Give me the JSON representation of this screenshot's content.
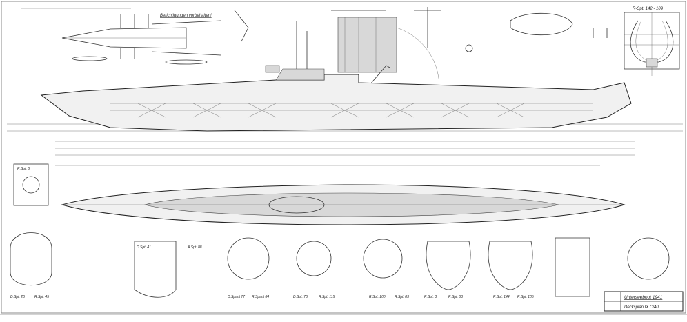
{
  "drawing": {
    "note": "Berichtigungen vorbehalten!",
    "frame_label_top_right": "R-Spt. 142 - 109",
    "title_block": {
      "title": "Unterseeboot 1941",
      "subtitle": "Decksplan IX C/40"
    },
    "section_labels": [
      "R.Spt. 6",
      "D.Spt. 26",
      "R.Spt. 45",
      "D.Spt. 41",
      "A.Spt. 88",
      "D.Spant 77",
      "R.Spant 84",
      "D.Spt. 76",
      "R.Spt. 115",
      "R.Spt. 100",
      "R.Spt. 83",
      "R.Spt. 3",
      "R.Spt. 63",
      "R.Spt. 144",
      "R.Spt. 105"
    ]
  }
}
